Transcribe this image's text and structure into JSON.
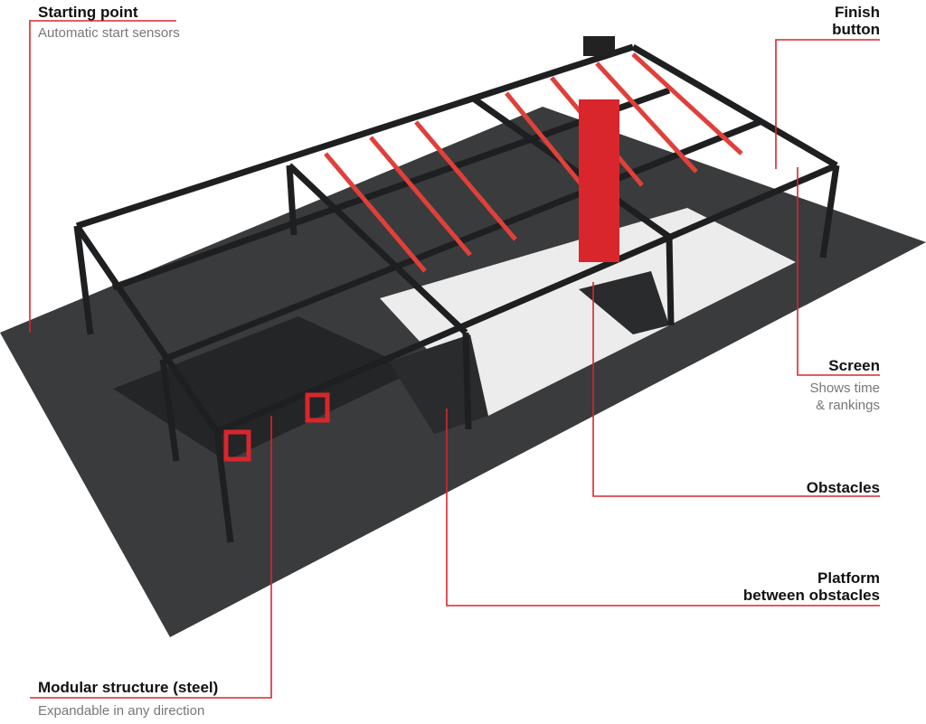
{
  "labels": {
    "starting_point": {
      "title": "Starting point",
      "subtitle": "Automatic start sensors"
    },
    "finish_button": {
      "title_line1": "Finish",
      "title_line2": "button"
    },
    "screen": {
      "title": "Screen",
      "subtitle_line1": "Shows time",
      "subtitle_line2": "& rankings"
    },
    "obstacles": {
      "title": "Obstacles"
    },
    "platform": {
      "title_line1": "Platform",
      "title_line2": "between obstacles"
    },
    "modular_structure": {
      "title": "Modular structure (steel)",
      "subtitle": "Expandable in any direction"
    }
  },
  "colors": {
    "accent": "#d9262c",
    "floor": "#3a3b3d",
    "frame": "#1e1f21",
    "mat": "#ececec",
    "obstacle": "#e0403a"
  }
}
